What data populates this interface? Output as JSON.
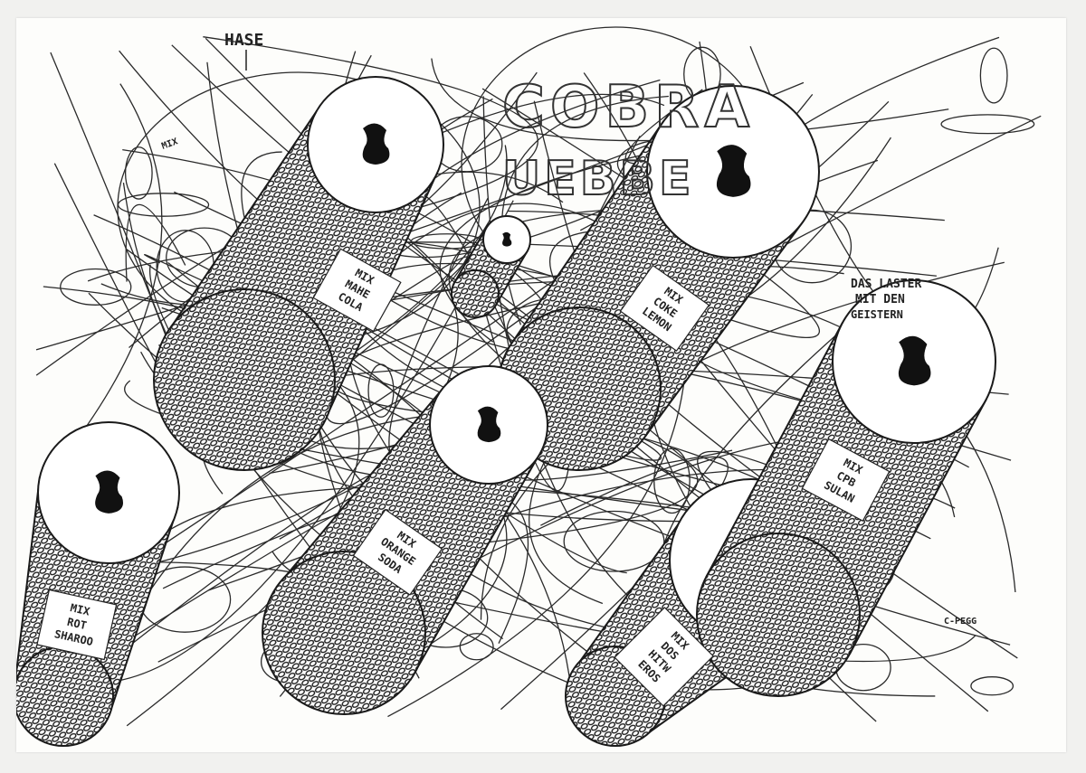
{
  "artwork": {
    "labels": {
      "hase": "HASE",
      "cobra": "COBRA",
      "uebbe": "UEBBE",
      "mix": "MIX",
      "das_laster_1": "DAS LASTER",
      "das_laster_2": "MIT DEN",
      "das_laster_3": "GEISTERN",
      "signature": "C-PEGG"
    },
    "can_labels": [
      [
        "MIX",
        "MAHE",
        "COLA"
      ],
      [
        "MIX",
        "COKE",
        "LEMON"
      ],
      [
        "MIX",
        "ORANGE",
        "SODA"
      ],
      [
        "MIX",
        "CPB",
        "SULAN"
      ],
      [
        "MIX",
        "DOS",
        "HITW",
        "EROS"
      ],
      [
        "MIX",
        "ROT",
        "SHAROO"
      ]
    ],
    "colors": {
      "ink": "#1a1a1a",
      "paper": "#fdfdfb"
    }
  }
}
